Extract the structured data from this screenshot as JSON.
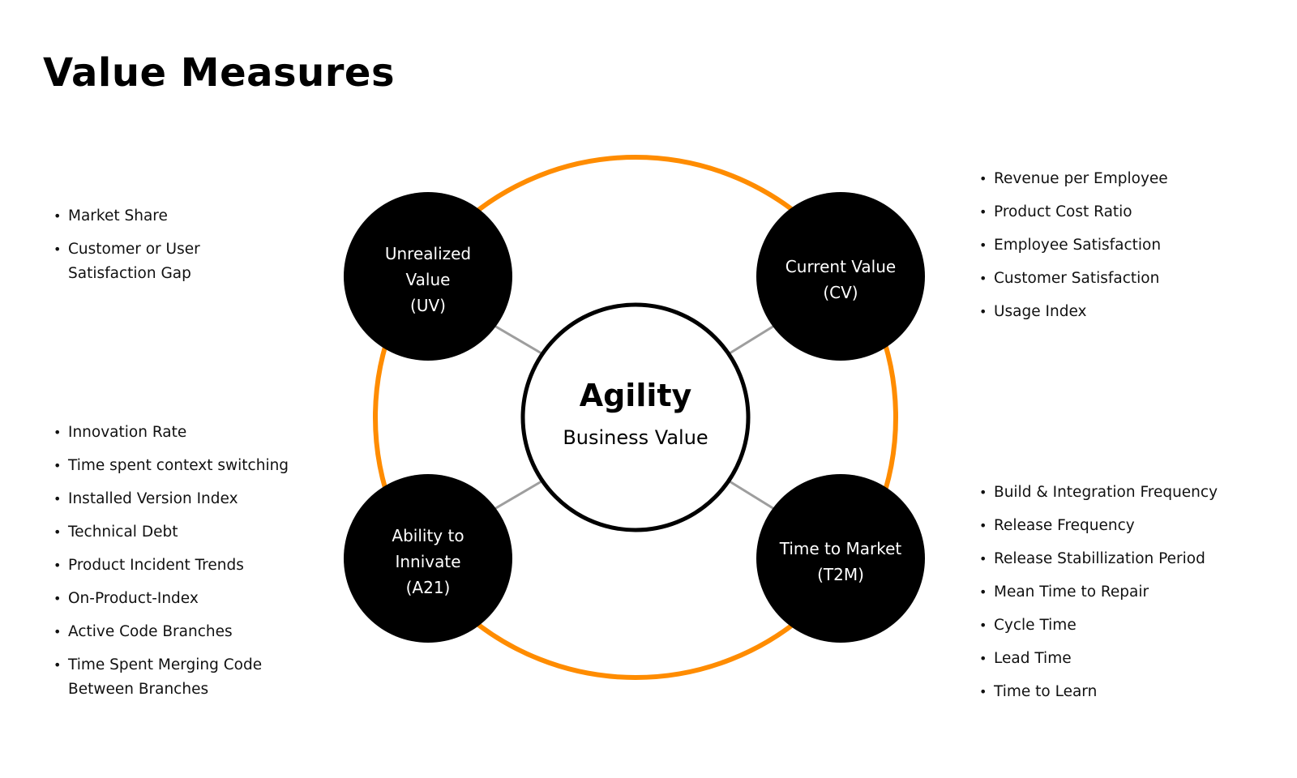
{
  "page": {
    "title": "Value Measures"
  },
  "colors": {
    "ring": "#ff8c00",
    "node_fill": "#000000",
    "node_text": "#ffffff",
    "connector": "#9e9e9e",
    "center_stroke": "#000000"
  },
  "center": {
    "title": "Agility",
    "subtitle": "Business Value"
  },
  "nodes": [
    {
      "id": "uv",
      "lines": [
        "Unrealized",
        "Value",
        "(UV)"
      ]
    },
    {
      "id": "cv",
      "lines": [
        "Current Value",
        "(CV)"
      ]
    },
    {
      "id": "a2i",
      "lines": [
        "Ability to",
        "Innivate",
        "(A21)"
      ]
    },
    {
      "id": "t2m",
      "lines": [
        "Time to Market",
        "(T2M)"
      ]
    }
  ],
  "measures": {
    "unrealized_value": [
      "Market Share",
      "Customer or User Satisfaction Gap"
    ],
    "current_value": [
      "Revenue per Employee",
      "Product Cost Ratio",
      "Employee Satisfaction",
      "Customer Satisfaction",
      "Usage Index"
    ],
    "ability_to_innovate": [
      "Innovation Rate",
      "Time spent context switching",
      "Installed Version Index",
      "Technical Debt",
      "Product Incident Trends",
      "On-Product-Index",
      "Active Code Branches",
      "Time Spent Merging Code Between Branches"
    ],
    "time_to_market": [
      "Build & Integration Frequency",
      "Release Frequency",
      "Release Stabillization Period",
      "Mean Time to Repair",
      "Cycle Time",
      "Lead Time",
      "Time to Learn"
    ]
  }
}
